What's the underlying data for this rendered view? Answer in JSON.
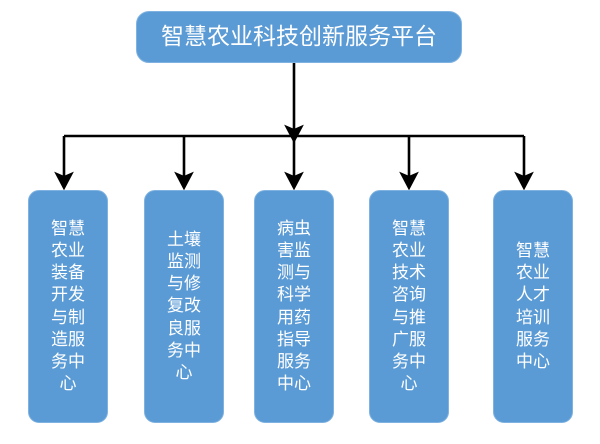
{
  "diagram": {
    "type": "organizational-hierarchy",
    "orientation": "top-down",
    "background_color": "#FFFFFF",
    "node_fill_color": "#5B9BD5",
    "node_text_color": "#FFFFFF",
    "connector_color": "#000000",
    "root": {
      "label": "智慧农业科技创新服务平台"
    },
    "children": [
      {
        "label": "智慧农业装备开发与制造服务中心"
      },
      {
        "label": "土壤监测与修复改良服务中心"
      },
      {
        "label": "病虫害监测与科学用药指导服务中心"
      },
      {
        "label": "智慧农业技术咨询与推广服务中心"
      },
      {
        "label": "智慧农业人才培训服务中心"
      }
    ]
  }
}
